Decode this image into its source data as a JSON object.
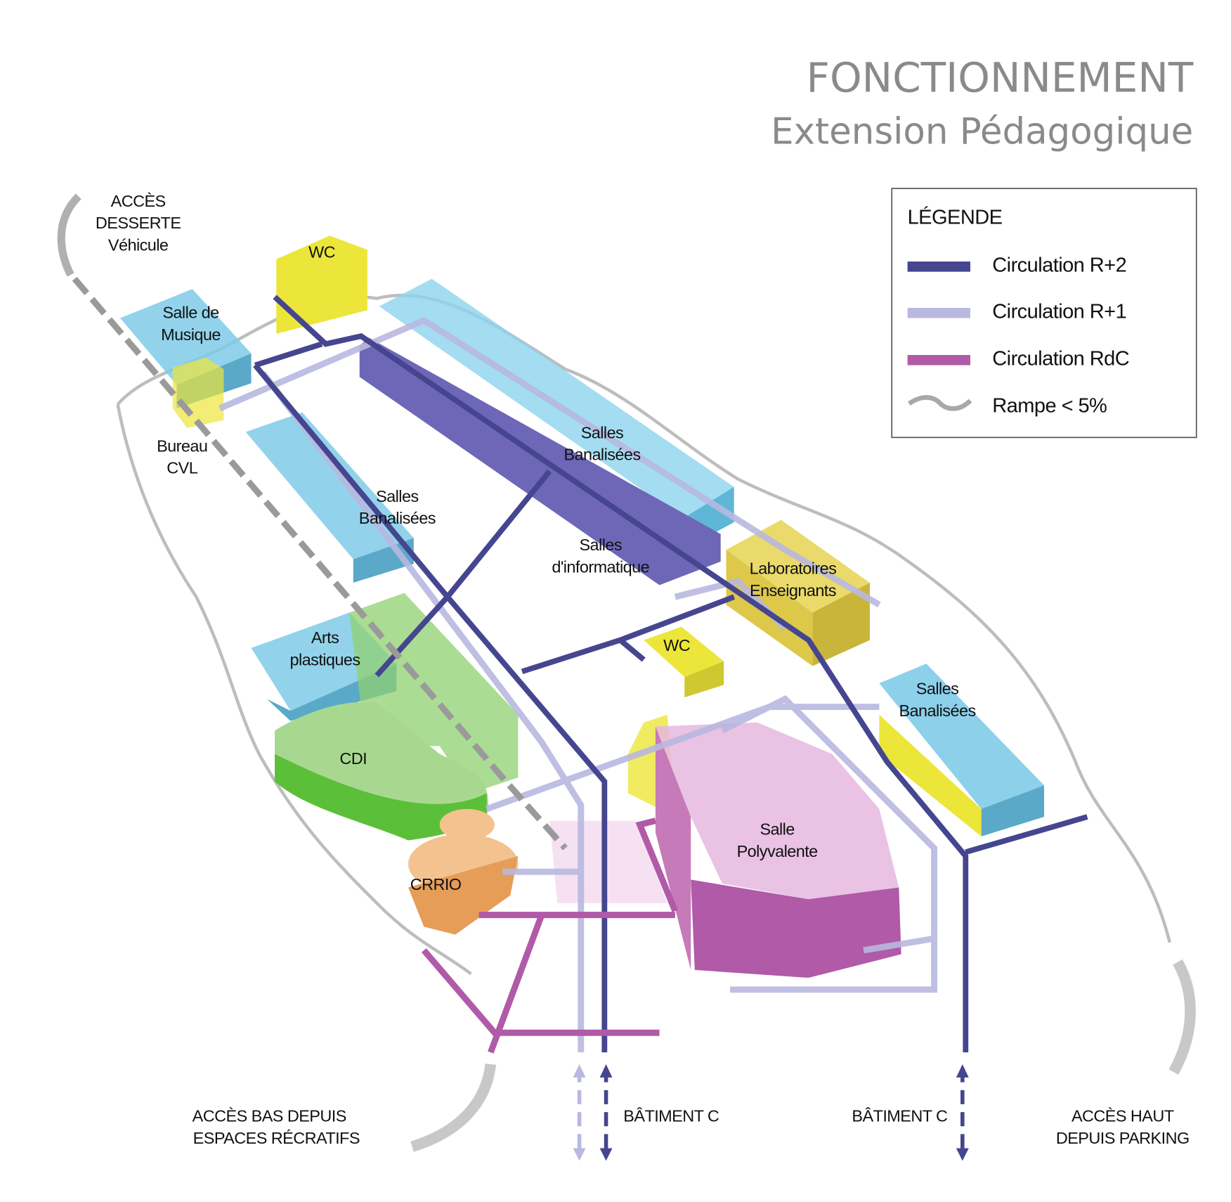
{
  "title": {
    "line1": "FONCTIONNEMENT",
    "line2": "Extension Pédagogique"
  },
  "legend": {
    "title": "LÉGENDE",
    "items": [
      {
        "label": "Circulation R+2",
        "color": "#45468f"
      },
      {
        "label": "Circulation R+1",
        "color": "#b9b8e0"
      },
      {
        "label": "Circulation RdC",
        "color": "#b05aa8"
      },
      {
        "label": "Rampe < 5%",
        "color": "#a8a8a8"
      }
    ]
  },
  "rooms": {
    "wc_top": "WC",
    "musique": [
      "Salle de",
      "Musique"
    ],
    "bureau": [
      "Bureau",
      "CVL"
    ],
    "salles1": [
      "Salles",
      "Banalisées"
    ],
    "salles2": [
      "Salles",
      "Banalisées"
    ],
    "informatique": [
      "Salles",
      "d'informatique"
    ],
    "labo": [
      "Laboratoires",
      "Enseignants"
    ],
    "wc_mid": "WC",
    "arts": [
      "Arts",
      "plastiques"
    ],
    "cdi": "CDI",
    "crrio": "CRRIO",
    "polyvalente": [
      "Salle",
      "Polyvalente"
    ],
    "salles3": [
      "Salles",
      "Banalisées"
    ]
  },
  "access": {
    "vehicule": [
      "ACCÈS",
      "DESSERTE",
      "Véhicule"
    ],
    "bas": [
      "ACCÈS BAS DEPUIS",
      "ESPACES RÉCRATIFS"
    ],
    "batiment_c_left": "BÂTIMENT C",
    "batiment_c_right": "BÂTIMENT C",
    "haut": [
      "ACCÈS HAUT",
      "DEPUIS PARKING"
    ]
  },
  "colors": {
    "blue": "#7fcbe8",
    "yellow": "#ece63a",
    "green": "#8fd070",
    "pink": "#d99fd0",
    "orange": "#f2b37a"
  }
}
